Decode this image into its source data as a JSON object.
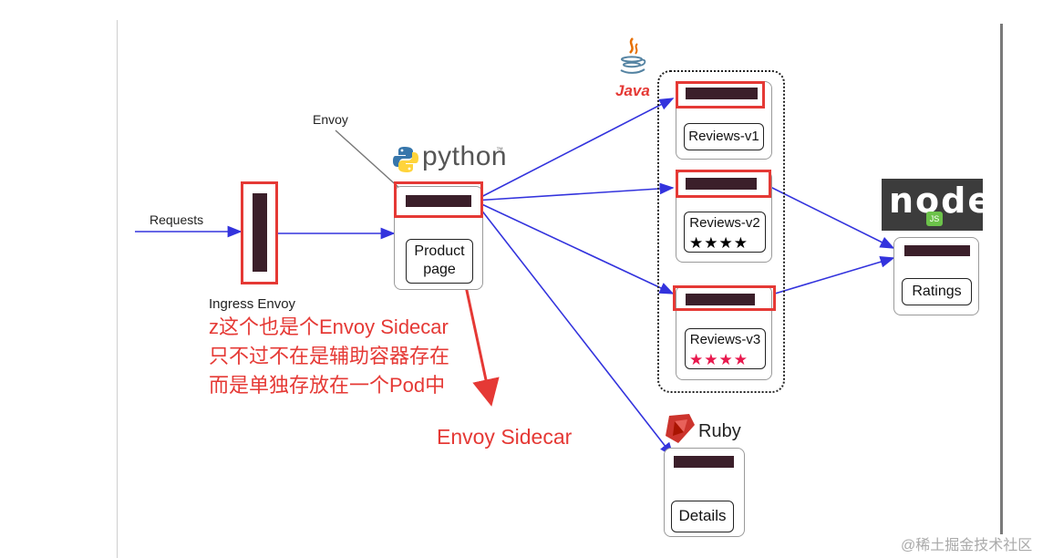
{
  "diagram": {
    "labels": {
      "requests": "Requests",
      "ingress_envoy": "Ingress Envoy",
      "envoy": "Envoy",
      "python": "python",
      "python_tm": "™",
      "java": "Java",
      "ruby": "Ruby",
      "node": "node",
      "node_js": "JS"
    },
    "services": {
      "productpage": "Product page",
      "productpage_line1": "Product",
      "productpage_line2": "page",
      "reviews_v1": "Reviews-v1",
      "reviews_v2": "Reviews-v2",
      "reviews_v3": "Reviews-v3",
      "ratings": "Ratings",
      "details": "Details"
    },
    "stars": {
      "v2": "★★★★",
      "v3": "★★★★"
    },
    "annotations": {
      "line1": "z这个也是个Envoy Sidecar",
      "line2": "只不过不在是辅助容器存在",
      "line3": "而是单独存放在一个Pod中",
      "sidecar": "Envoy Sidecar"
    },
    "watermark": "@稀土掘金技术社区"
  },
  "colors": {
    "arrow": "#3333dd",
    "annotation": "#e53935",
    "proxy": "#3b1f2a",
    "v2_stars": "#000000",
    "v3_stars": "#e8184d"
  }
}
